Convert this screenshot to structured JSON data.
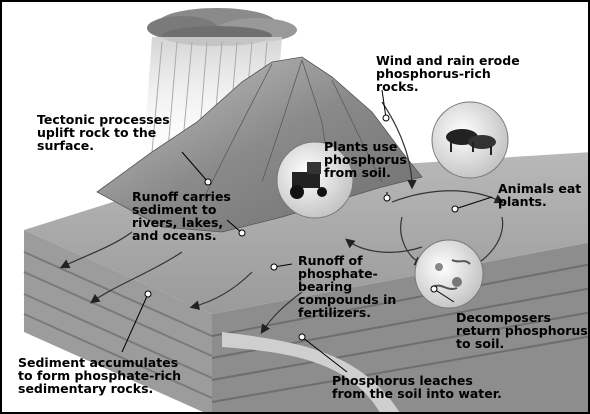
{
  "labels": {
    "wind_rain": "Wind and rain erode\nphosphorus-rich\nrocks.",
    "tectonic": "Tectonic processes\nuplift rock to the\nsurface.",
    "plants": "Plants use\nphosphorus\nfrom soil.",
    "animals": "Animals eat\nplants.",
    "runoff_sediment": "Runoff carries\nsediment to\nrivers, lakes,\nand oceans.",
    "runoff_phosphate": "Runoff of\nphosphate-\nbearing\ncompounds in\nfertilizers.",
    "decomposers": "Decomposers\nreturn phosphorus\nto soil.",
    "sediment": "Sediment accumulates\nto form phosphate-rich\nsedimentary rocks.",
    "leaches": "Phosphorus leaches\nfrom the soil into water."
  }
}
